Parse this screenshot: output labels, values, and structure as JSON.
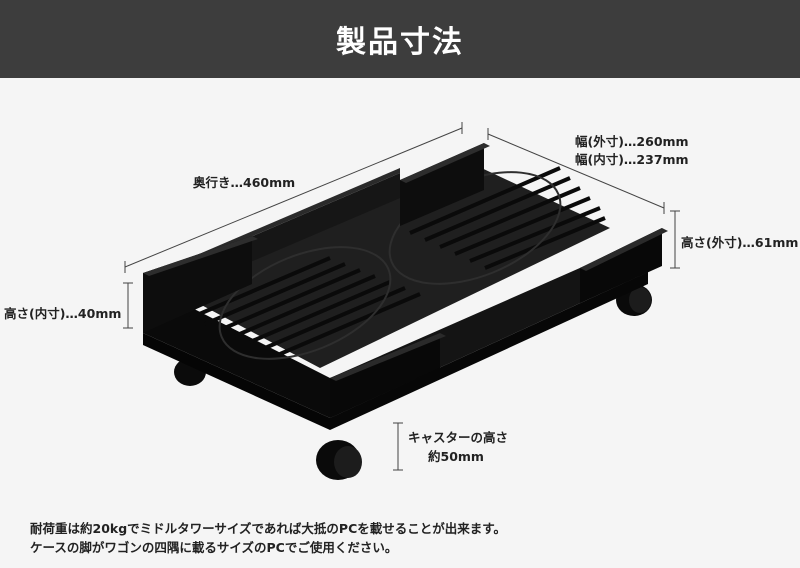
{
  "title": "製品寸法",
  "dimensions": {
    "depth": "奥行き…460mm",
    "width_outer": "幅(外寸)…260mm",
    "width_inner": "幅(内寸)…237mm",
    "height_outer": "高さ(外寸)…61mm",
    "height_inner": "高さ(内寸)…40mm",
    "caster_label": "キャスターの高さ",
    "caster_value": "約50mm"
  },
  "notes": [
    "耐荷重は約20kgでミドルタワーサイズであれば大抵のPCを載せることが出来ます。",
    "ケースの脚がワゴンの四隅に載るサイズのPCでご使用ください。"
  ],
  "colors": {
    "header_bg": "#3d3d3d",
    "product": "#111111"
  }
}
